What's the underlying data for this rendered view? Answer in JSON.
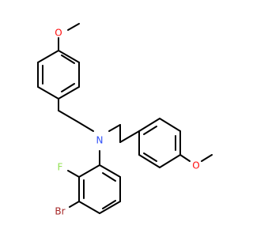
{
  "molecule": {
    "atoms": {
      "oxygen_top": "O",
      "nitrogen": "N",
      "fluorine": "F",
      "bromine": "Br",
      "oxygen_right": "O"
    },
    "colors": {
      "bond": "#000000",
      "nitrogen": "#3050F8",
      "oxygen": "#FF0D0D",
      "fluorine": "#90E050",
      "bromine": "#A62929"
    }
  }
}
